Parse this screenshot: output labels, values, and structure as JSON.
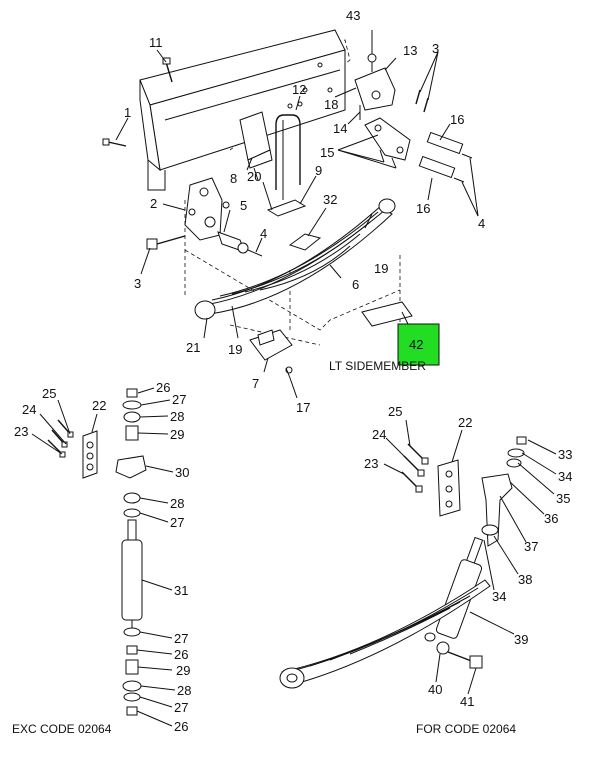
{
  "title": "Spring suspension parts diagram",
  "highlight_color": "#22dd22",
  "callouts": {
    "c1": "1",
    "c2": "2",
    "c3a": "3",
    "c3b": "3",
    "c4a": "4",
    "c4b": "4",
    "c5": "5",
    "c6": "6",
    "c7": "7",
    "c8": "8",
    "c9": "9",
    "c11": "11",
    "c12": "12",
    "c13": "13",
    "c14": "14",
    "c15": "15",
    "c16a": "16",
    "c16b": "16",
    "c17": "17",
    "c18": "18",
    "c19a": "19",
    "c19b": "19",
    "c20": "20",
    "c21": "21",
    "c32": "32",
    "c42": "42",
    "c43": "43"
  },
  "left_callouts": {
    "c22": "22",
    "c23": "23",
    "c24": "24",
    "c25": "25",
    "c26a": "26",
    "c26b": "26",
    "c26c": "26",
    "c27a": "27",
    "c27b": "27",
    "c27c": "27",
    "c27d": "27",
    "c28a": "28",
    "c28b": "28",
    "c28c": "28",
    "c29a": "29",
    "c29b": "29",
    "c30": "30",
    "c31": "31"
  },
  "right_callouts": {
    "c22": "22",
    "c23": "23",
    "c24": "24",
    "c25": "25",
    "c33": "33",
    "c34a": "34",
    "c34b": "34",
    "c35": "35",
    "c36": "36",
    "c37": "37",
    "c38": "38",
    "c39": "39",
    "c40": "40",
    "c41": "41"
  },
  "captions": {
    "lt_sidemember": "LT SIDEMEMBER",
    "exc_code": "EXC CODE 02064",
    "for_code": "FOR CODE 02064"
  }
}
